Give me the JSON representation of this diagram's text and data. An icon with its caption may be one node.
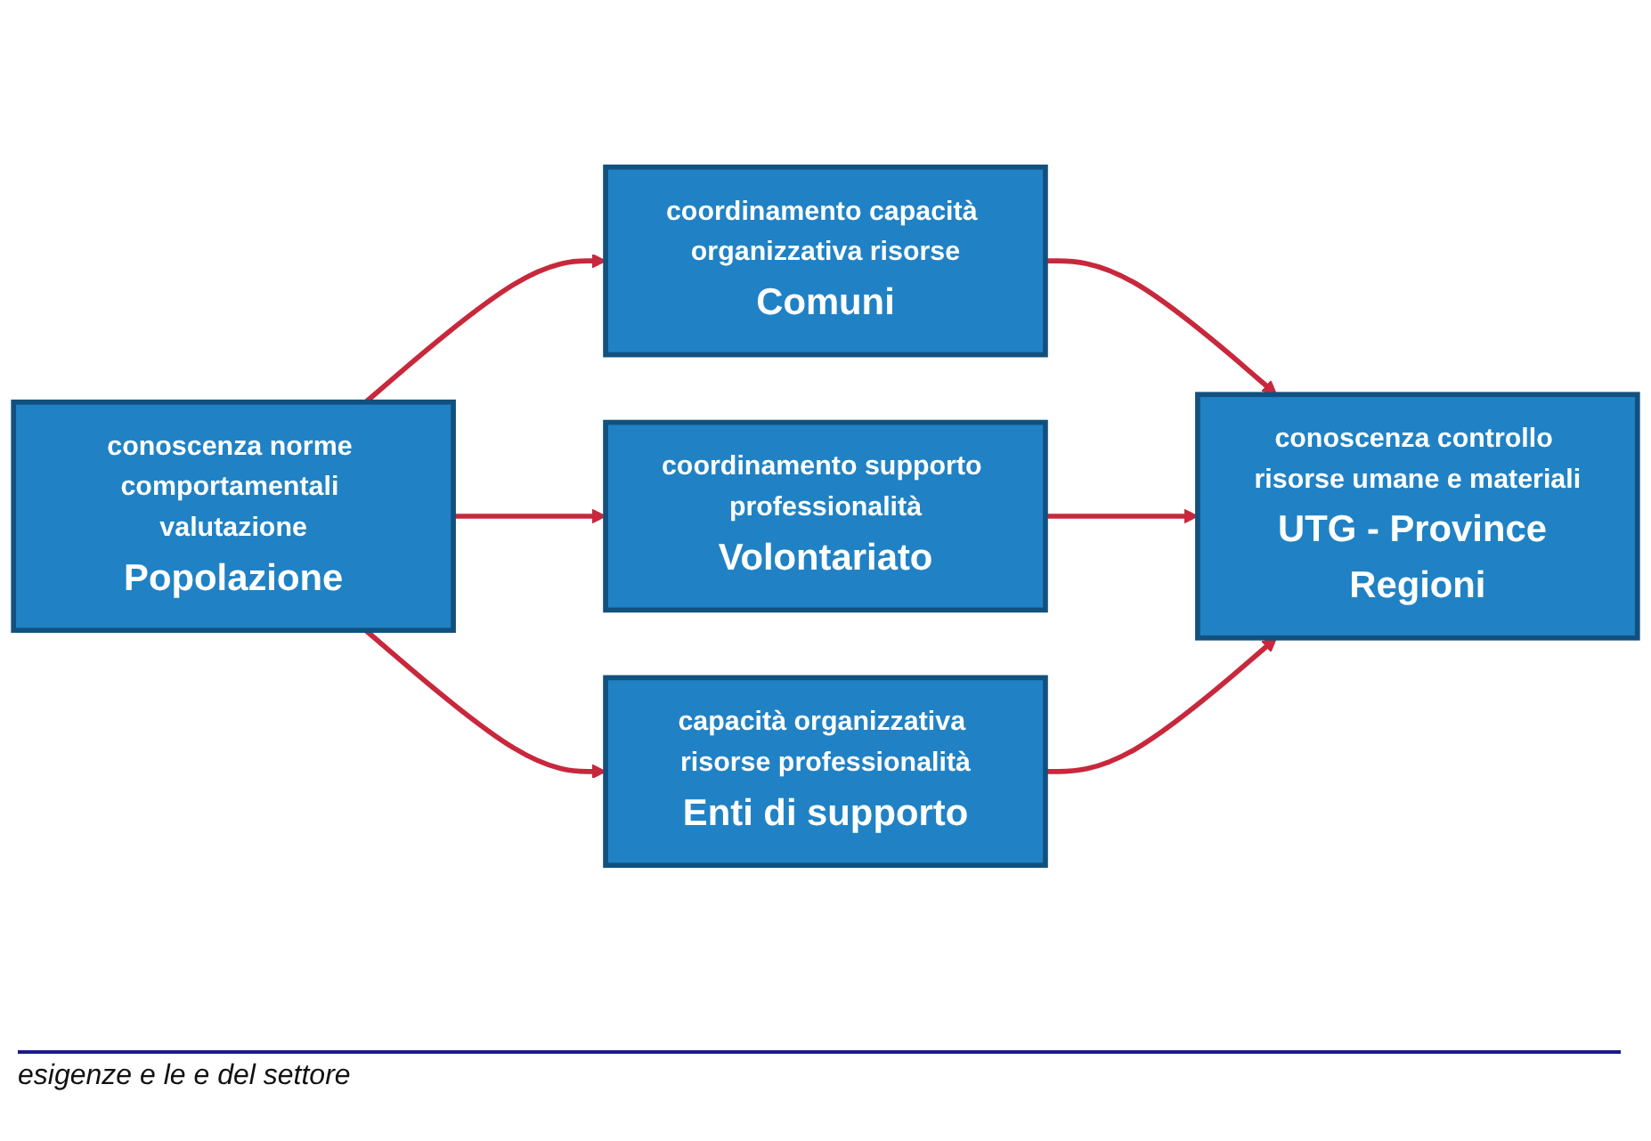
{
  "diagram": {
    "nodes": [
      {
        "text": [
          "conoscenza norme comportamentali valutazione",
          "Popolazione"
        ]
      },
      {
        "text": [
          "coordinamento capacità organizzativa risorse",
          "Comuni"
        ]
      },
      {
        "text": [
          "coordinamento supporto professionalità",
          "Volontariato"
        ]
      },
      {
        "text": [
          "capacità organizzativa risorse professionalità",
          "Enti di supporto"
        ]
      },
      {
        "text": [
          "conoscenza controllo risorse umane e materiali",
          "UTG - Province Regioni"
        ]
      }
    ],
    "edges": [
      {
        "from": 0,
        "to": 1,
        "arrow": "to",
        "color": "#c8283c"
      },
      {
        "from": 0,
        "to": 2,
        "arrow": "to",
        "color": "#c8283c"
      },
      {
        "from": 0,
        "to": 3,
        "arrow": "to",
        "color": "#c8283c"
      },
      {
        "from": 1,
        "to": 4,
        "arrow": "to",
        "color": "#c8283c"
      },
      {
        "from": 2,
        "to": 4,
        "arrow": "to",
        "color": "#c8283c"
      },
      {
        "from": 3,
        "to": 4,
        "arrow": "to",
        "color": "#c8283c"
      }
    ],
    "labels": [
      "esigenze e le e del settore"
    ]
  }
}
